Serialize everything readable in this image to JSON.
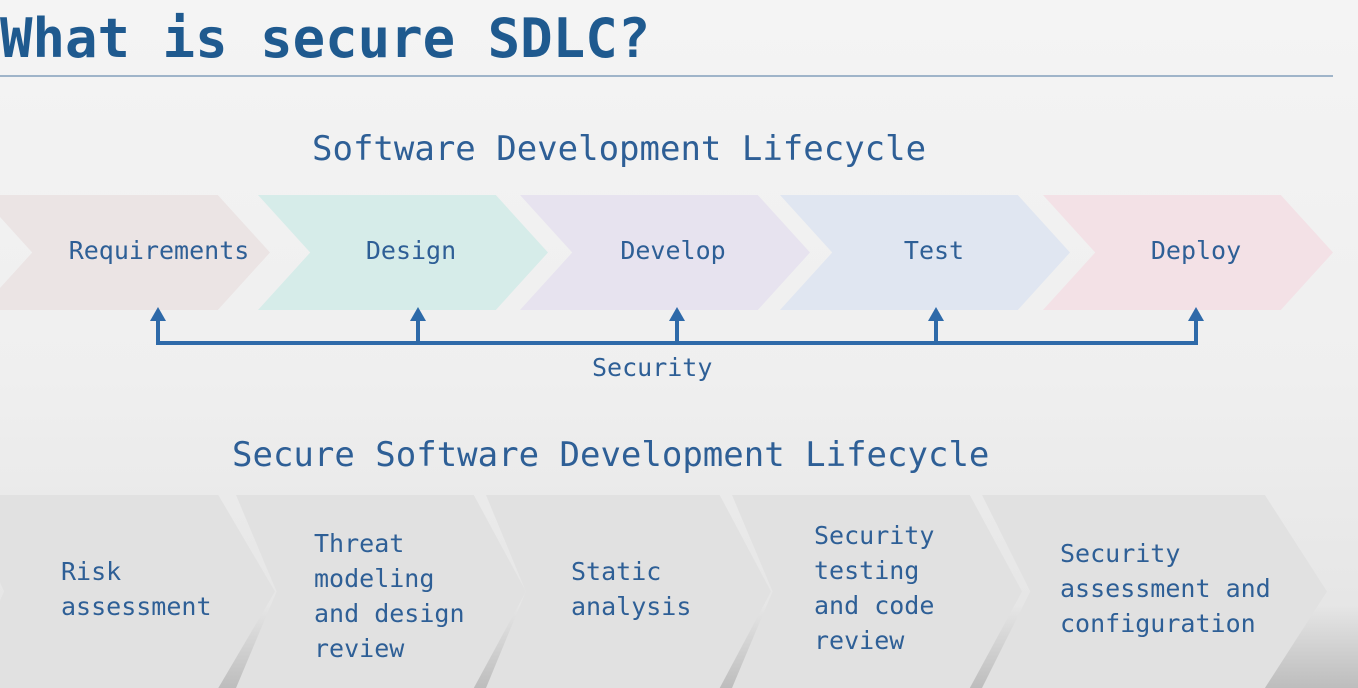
{
  "slide": {
    "title": "What is secure SDLC?"
  },
  "sdlc": {
    "heading": "Software Development Lifecycle",
    "phases": [
      {
        "label": "Requirements",
        "color": "#ebe4e4"
      },
      {
        "label": "Design",
        "color": "#d6ece9"
      },
      {
        "label": "Develop",
        "color": "#e7e3ef"
      },
      {
        "label": "Test",
        "color": "#e0e6f1"
      },
      {
        "label": "Deploy",
        "color": "#f3e1e6"
      }
    ],
    "security_label": "Security",
    "arrow_color": "#2e6aa9"
  },
  "ssdlc": {
    "heading": "Secure Software Development Lifecycle",
    "stages": [
      {
        "label": "Risk\nassessment"
      },
      {
        "label": "Threat\nmodeling\nand design\nreview"
      },
      {
        "label": "Static\nanalysis"
      },
      {
        "label": "Security\ntesting\nand code\nreview"
      },
      {
        "label": "Security\nassessment and\nconfiguration"
      }
    ],
    "chevron_color": "#e1e1e1"
  }
}
